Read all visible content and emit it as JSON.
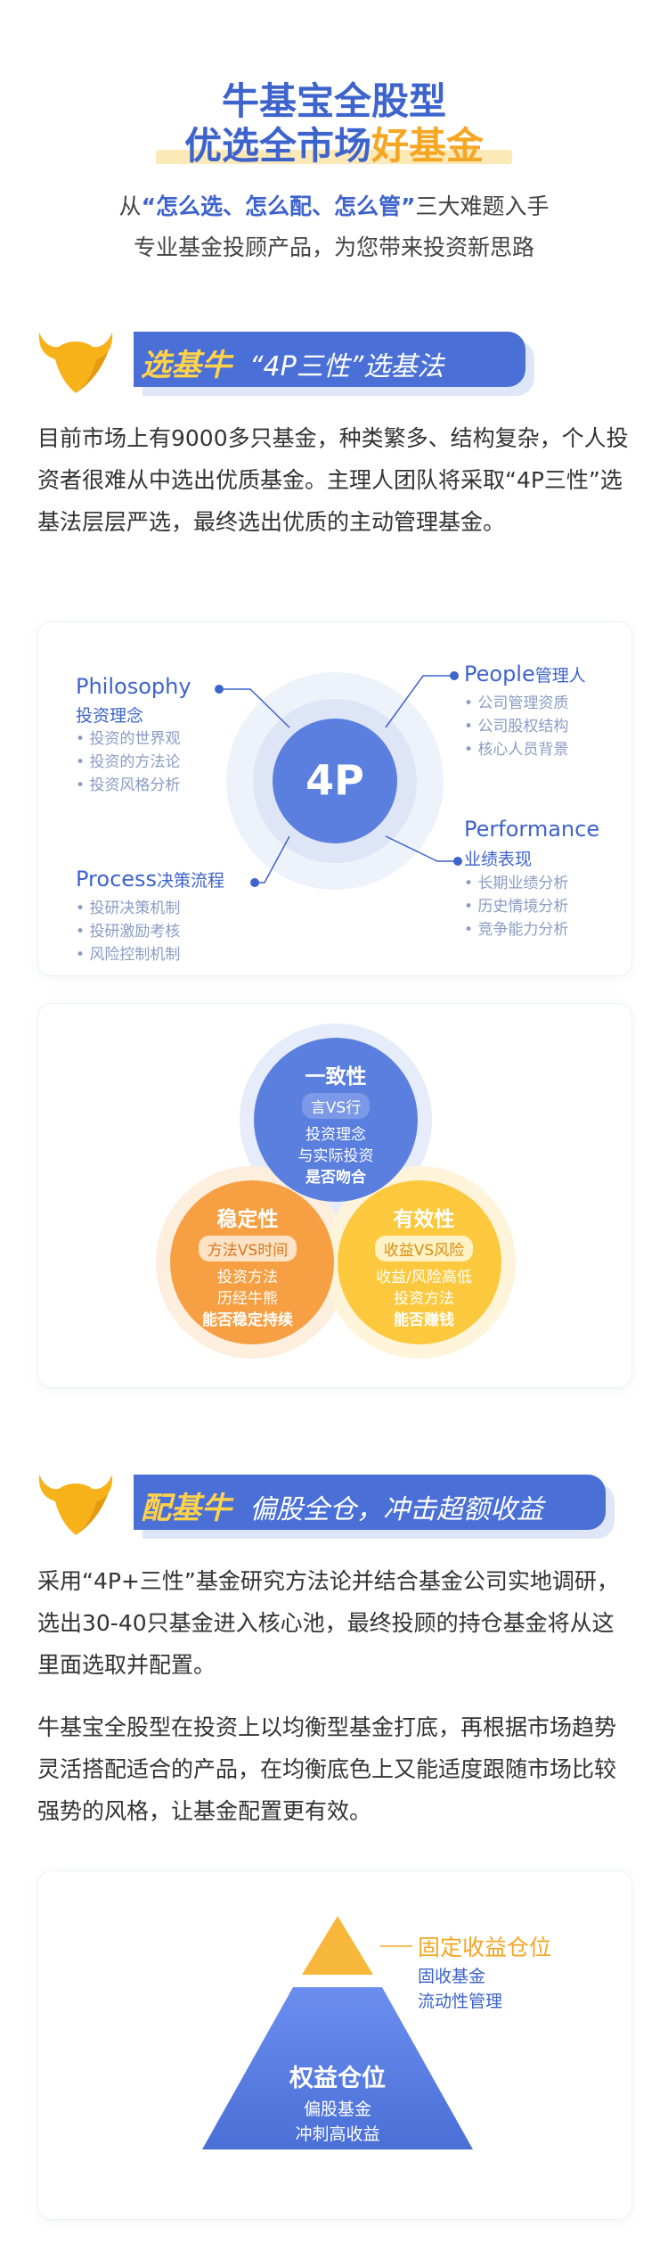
{
  "header": {
    "title_line1": "牛基宝全股型",
    "title_line2_main": "优选全市场",
    "title_line2_accent": "好基金",
    "subtitle_prefix": "从",
    "subtitle_quote": "“怎么选、怎么配、怎么管”",
    "subtitle_suffix": "三大难题入手",
    "subtitle_line2": "专业基金投顾产品，为您带来投资新思路"
  },
  "section1": {
    "tag": "选基牛",
    "heading": "“4P三性”选基法",
    "paragraph": "目前市场上有9000多只基金，种类繁多、结构复杂，个人投资者很难从中选出优质基金。主理人团队将采取“4P三性”选基法层层严选，最终选出优质的主动管理基金。"
  },
  "fourp": {
    "center": "4P",
    "philosophy": {
      "title": "Philosophy",
      "subtitle": "投资理念",
      "items": [
        "投资的世界观",
        "投资的方法论",
        "投资风格分析"
      ]
    },
    "people": {
      "title": "People",
      "subtitle": "管理人",
      "items": [
        "公司管理资质",
        "公司股权结构",
        "核心人员背景"
      ]
    },
    "process": {
      "title": "Process",
      "subtitle": "决策流程",
      "items": [
        "投研决策机制",
        "投研激励考核",
        "风险控制机制"
      ]
    },
    "performance": {
      "title": "Performance",
      "subtitle": "业绩表现",
      "items": [
        "长期业绩分析",
        "历史情境分析",
        "竞争能力分析"
      ]
    }
  },
  "venn": {
    "top": {
      "title": "一致性",
      "pill": "言VS行",
      "lines": [
        "投资理念",
        "与实际投资"
      ],
      "bold": "是否吻合"
    },
    "left": {
      "title": "稳定性",
      "pill": "方法VS时间",
      "lines": [
        "投资方法",
        "历经牛熊"
      ],
      "bold": "能否稳定持续"
    },
    "right": {
      "title": "有效性",
      "pill": "收益VS风险",
      "lines": [
        "收益/风险高低",
        "投资方法"
      ],
      "bold": "能否赚钱"
    }
  },
  "section2": {
    "tag": "配基牛",
    "heading": "偏股全仓，冲击超额收益",
    "paragraph1": "采用“4P+三性”基金研究方法论并结合基金公司实地调研，选出30-40只基金进入核心池，最终投顾的持仓基金将从这里面选取并配置。",
    "paragraph2": "牛基宝全股型在投资上以均衡型基金打底，再根据市场趋势灵活搭配适合的产品，在均衡底色上又能适度跟随市场比较强势的风格，让基金配置更有效。"
  },
  "pyramid": {
    "top_label": "固定收益仓位",
    "top_items": [
      "固收基金",
      "流动性管理"
    ],
    "bottom_label": "权益仓位",
    "bottom_items": [
      "偏股基金",
      "冲刺高收益"
    ]
  },
  "colors": {
    "primary": "#3d63cc",
    "accent": "#f5a623",
    "bar": "#4a6fd6"
  },
  "icons": [
    "bull-head-icon"
  ]
}
